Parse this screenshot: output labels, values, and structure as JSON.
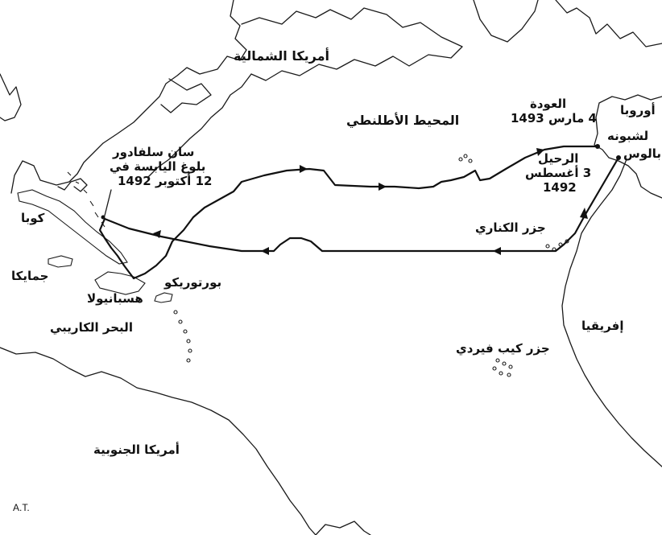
{
  "labels": {
    "north_america": "أمريكا الشمالية",
    "atlantic": "المحيط الأطلنطي",
    "europe": "أوروبا",
    "lisbon": "لشبونه",
    "palos": "بالوس",
    "return_title": "العودة",
    "return_date": "4 مارس 1493",
    "departure_title": "الرحيل",
    "departure_date": "3 أغسطس",
    "departure_year": "1492",
    "san_salvador": "سان سلفادور",
    "landfall_line1": "بلوغ اليابسة في",
    "landfall_line2": "12 أكتوبر 1492",
    "cuba": "كوبا",
    "jamaica": "جمايكا",
    "hispaniola": "هسبانيولا",
    "puerto_rico": "بورتوريكو",
    "canaries": "جزر الكناري",
    "caribbean": "البحر الكاريبي",
    "africa": "إفريقيا",
    "cape_verde": "جزر كيب فيردي",
    "south_america": "أمريكا الجنوبية",
    "signature": "A.T."
  }
}
